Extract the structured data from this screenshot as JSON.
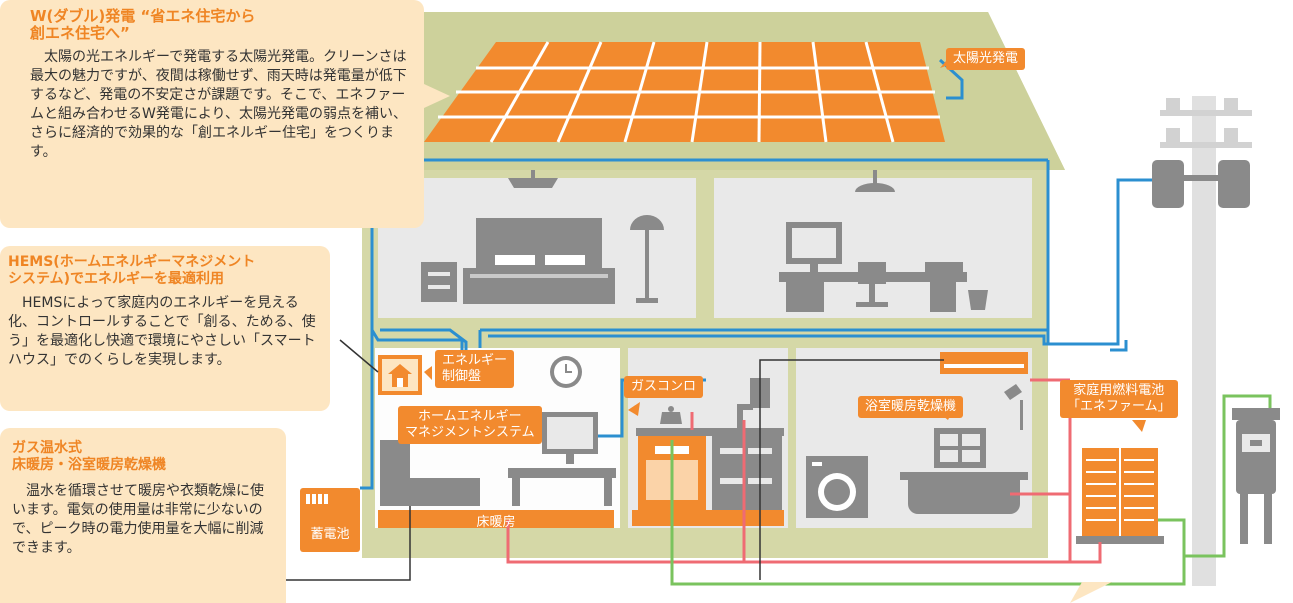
{
  "colors": {
    "accent": "#f28a2e",
    "card_bg": "#fde6c2",
    "house_frame": "#d5d8a7",
    "interior": "#e9e9e9",
    "furniture": "#8a8a8a",
    "power_line": "#2b8fd0",
    "hot_water_line": "#ef6b73",
    "gas_line": "#7ac35e",
    "signal_line": "#333333"
  },
  "cards": {
    "w_power": {
      "title_line1": "W(ダブル)発電 “省エネ住宅から",
      "title_line2": "創エネ住宅へ”",
      "body": "太陽の光エネルギーで発電する太陽光発電。クリーンさは最大の魅力ですが、夜間は稼働せず、雨天時は発電量が低下するなど、発電の不安定さが課題です。そこで、エネファームと組み合わせるW発電により、太陽光発電の弱点を補い、さらに経済的で効果的な「創エネルギー住宅」をつくります。"
    },
    "hems": {
      "title_line1": "HEMS(ホームエネルギーマネジメント",
      "title_line2": "システム)でエネルギーを最適利用",
      "body": "HEMSによって家庭内のエネルギーを見える化、コントロールすることで「創る、ためる、使う」を最適化し快適で環境にやさしい「スマートハウス」でのくらしを実現します。"
    },
    "gas_hot_water": {
      "title_line1": "ガス温水式",
      "title_line2": "床暖房・浴室暖房乾燥機",
      "body": "温水を循環させて暖房や衣類乾燥に使います。電気の使用量は非常に少ないので、ピーク時の電力使用量を大幅に削減できます。"
    }
  },
  "labels": {
    "solar": "太陽光発電",
    "energy_panel": "エネルギー\n制御盤",
    "hems_system": "ホームエネルギー\nマネジメントシステム",
    "gas_stove": "ガスコンロ",
    "bath_dryer": "浴室暖房乾燥機",
    "fuel_cell": "家庭用燃料電池\n「エネファーム」",
    "floor_heating": "床暖房",
    "battery": "蓄電池"
  },
  "icons": [
    "house-icon",
    "clock-icon",
    "kettle-icon",
    "faucet-icon",
    "shower-icon",
    "lamp-icon",
    "gas-meter-icon"
  ]
}
